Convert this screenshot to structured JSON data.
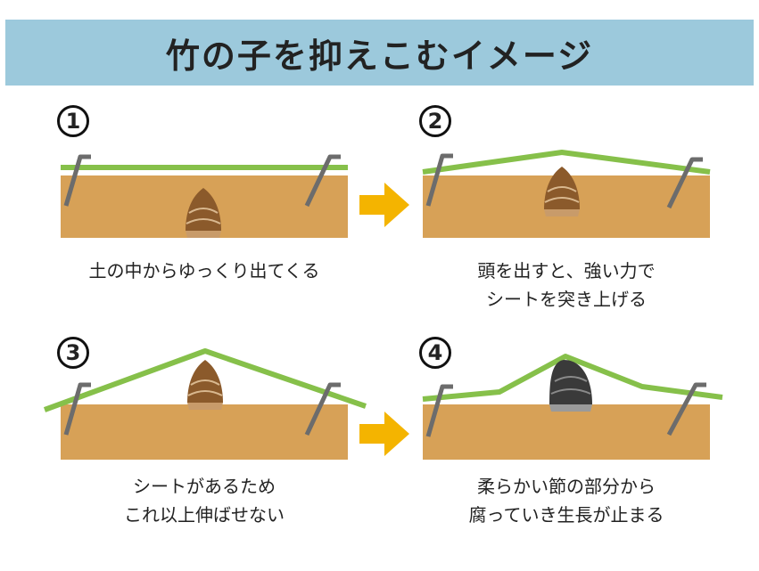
{
  "title": "竹の子を抑えこむイメージ",
  "colors": {
    "title_bg": "#9cc9dc",
    "soil": "#d7a157",
    "sheet": "#86c04a",
    "peg": "#6c6c6c",
    "arrow": "#f4b400",
    "shoot_brown": "#8b5a2b",
    "shoot_rotten": "#3a3a3a"
  },
  "steps": [
    {
      "number": "1",
      "caption_lines": [
        "土の中からゆっくり出てくる"
      ]
    },
    {
      "number": "2",
      "caption_lines": [
        "頭を出すと、強い力で",
        "シートを突き上げる"
      ]
    },
    {
      "number": "3",
      "caption_lines": [
        "シートがあるため",
        "これ以上伸ばせない"
      ]
    },
    {
      "number": "4",
      "caption_lines": [
        "柔らかい節の部分から",
        "腐っていき生長が止まる"
      ]
    }
  ],
  "arrows": [
    {
      "from": "1",
      "to": "2",
      "icon": "right-arrow-icon"
    },
    {
      "from": "3",
      "to": "4",
      "icon": "right-arrow-icon"
    }
  ]
}
